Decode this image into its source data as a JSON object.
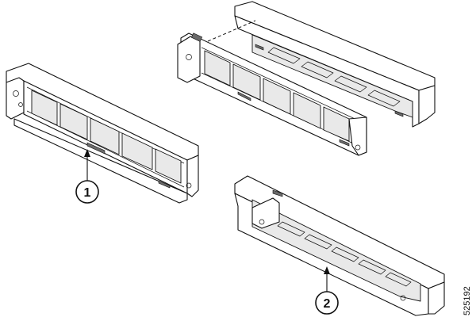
{
  "callouts": [
    {
      "number": "1"
    },
    {
      "number": "2"
    }
  ],
  "figure_id": "525192"
}
